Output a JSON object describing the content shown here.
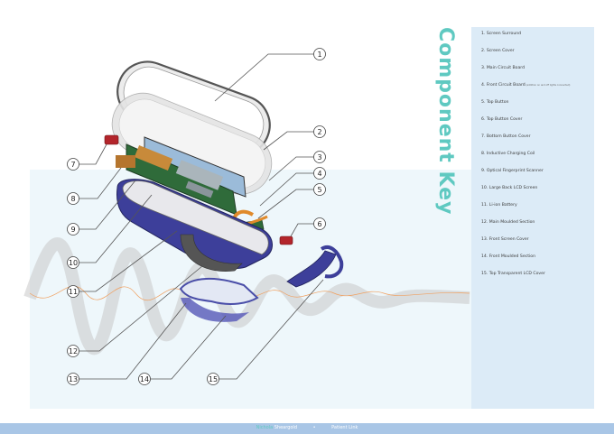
{
  "title": "Component Key",
  "components": [
    {
      "label": "1. Screen Surround"
    },
    {
      "label": "2. Screen Cover"
    },
    {
      "label": "3. Main Circuit Board"
    },
    {
      "label": "4. Front Circuit Board",
      "note": "(addition on and off lights connected)"
    },
    {
      "label": "5. Top Button"
    },
    {
      "label": "6. Top Button Cover"
    },
    {
      "label": "7. Bottom Button Cover"
    },
    {
      "label": "8. Inductive Charging Coil"
    },
    {
      "label": "9. Optical Fingerprint Scanner"
    },
    {
      "label": "10. Large Back LCD Screen"
    },
    {
      "label": "11. Li-ion Battery"
    },
    {
      "label": "12. Main Moulded Section"
    },
    {
      "label": "13. Front Screen Cover"
    },
    {
      "label": "14. Front Moulded Section"
    },
    {
      "label": "15. Top Transparent LCD Cover"
    }
  ],
  "callouts": [
    "1",
    "2",
    "3",
    "4",
    "5",
    "6",
    "7",
    "8",
    "9",
    "10",
    "11",
    "12",
    "13",
    "14",
    "15"
  ],
  "footer": {
    "name_first": "Nichola",
    "name_last": "Sheargold",
    "separator": "•",
    "project": "Patient Link"
  },
  "colors": {
    "accent": "#5fc9c1",
    "panel": "#dcebf7",
    "footer": "#a9c6e6",
    "wave_light": "#c9c9c9",
    "wave_orange": "#f0a060",
    "blue_part": "#3d3f9a",
    "board_green": "#2f6b3a",
    "button_red": "#b3252b"
  }
}
